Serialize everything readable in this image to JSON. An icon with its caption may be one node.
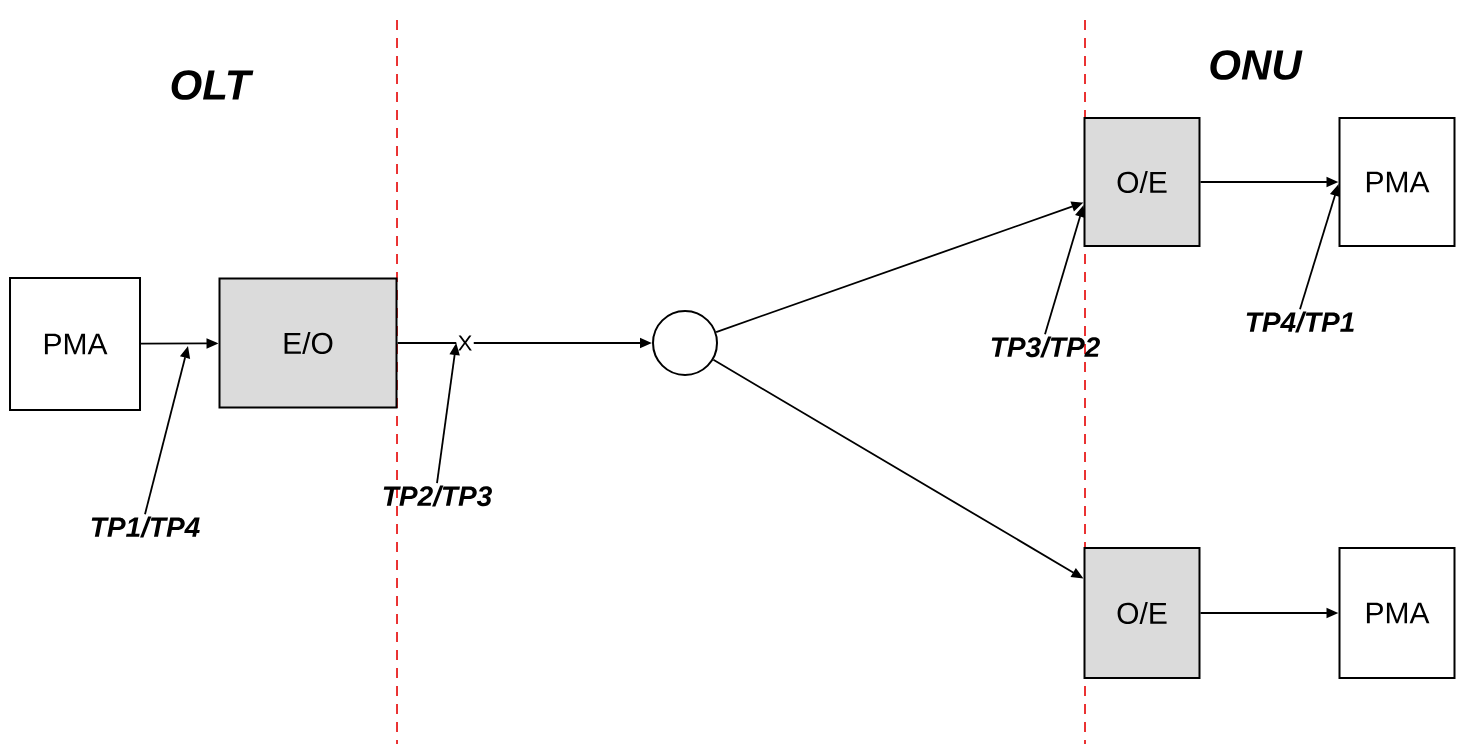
{
  "diagram": {
    "nodes": [
      {
        "text": [
          "PMA"
        ]
      },
      {
        "text": [
          "E/O"
        ]
      },
      {
        "text": [
          "X"
        ]
      },
      {
        "text": [],
        "shape": "circle"
      },
      {
        "text": [
          "O/E"
        ]
      },
      {
        "text": [
          "PMA"
        ]
      },
      {
        "text": [
          "O/E"
        ]
      },
      {
        "text": [
          "PMA"
        ]
      },
      {
        "text": [
          "TP1/TP4"
        ]
      },
      {
        "text": [
          "TP2/TP3"
        ]
      },
      {
        "text": [
          "TP3/TP2"
        ]
      },
      {
        "text": [
          "TP4/TP1"
        ]
      }
    ],
    "edges": [
      {
        "from": 0,
        "to": 1,
        "arrow": "to"
      },
      {
        "from": 1,
        "to": 2,
        "arrow": "none"
      },
      {
        "from": 2,
        "to": 3,
        "arrow": "to"
      },
      {
        "from": 3,
        "to": 4,
        "arrow": "to"
      },
      {
        "from": 3,
        "to": 6,
        "arrow": "to"
      },
      {
        "from": 4,
        "to": 5,
        "arrow": "to"
      },
      {
        "from": 6,
        "to": 7,
        "arrow": "to"
      },
      {
        "from": 8,
        "to": null,
        "arrow": "to"
      },
      {
        "from": 9,
        "to": 2,
        "arrow": "to"
      },
      {
        "from": 10,
        "to": 4,
        "arrow": "to"
      },
      {
        "from": 11,
        "to": 5,
        "arrow": "to"
      }
    ],
    "labels": [
      "OLT",
      "ONU"
    ]
  }
}
